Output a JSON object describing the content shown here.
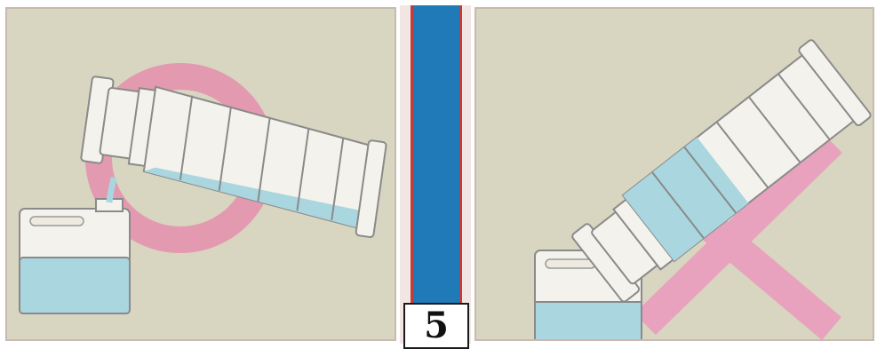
{
  "step": {
    "number": "5"
  },
  "colors": {
    "background": "#d8d5c0",
    "divider_blue": "#1f7ab7",
    "divider_red": "#c63a3a",
    "ok_symbol": "#e39ab0",
    "ng_symbol": "#e8a2bd",
    "liquid": "#a9d6df",
    "bottle_white": "#f4f2ec",
    "outline": "#8a8a8a"
  },
  "panels": [
    {
      "symbol": "circle-ok-icon",
      "meaning": "correct"
    },
    {
      "symbol": "cross-ng-icon",
      "meaning": "incorrect"
    }
  ]
}
